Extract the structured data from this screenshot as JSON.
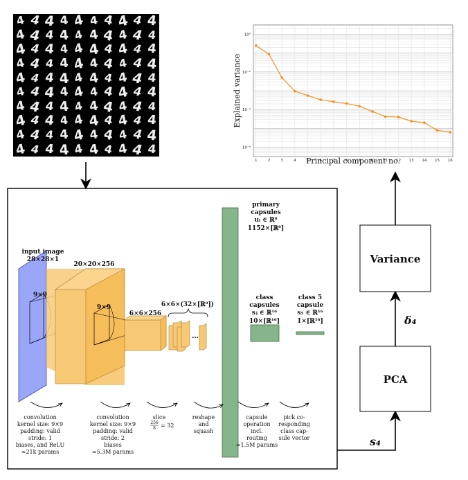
{
  "digit_grid": {
    "glyph": "4",
    "rows": 10,
    "cols": 10
  },
  "chart_data": {
    "type": "line",
    "x": [
      1,
      2,
      3,
      4,
      5,
      6,
      7,
      8,
      9,
      10,
      11,
      12,
      13,
      14,
      15,
      16
    ],
    "values": [
      0.25,
      0.09,
      0.005,
      0.00095,
      0.00055,
      0.00033,
      0.00026,
      0.00021,
      0.00015,
      7.8e-05,
      4.2e-05,
      4e-05,
      2.4e-05,
      2e-05,
      7.8e-06,
      6.2e-06
    ],
    "xlabel": "Principal component no.",
    "ylabel": "Explained variance",
    "ylim_exp": [
      -6.5,
      0.5
    ],
    "xlim": [
      0.8,
      16.2
    ],
    "ytick_labels": [
      "10⁰",
      "10⁻²",
      "10⁻⁴",
      "10⁻⁶"
    ],
    "ytick_exps": [
      0,
      -2,
      -4,
      -6
    ],
    "xscale": "linear",
    "yscale": "log",
    "grid": true,
    "color": "#f5901e"
  },
  "net": {
    "input_title": "input image",
    "input_dim": "28×28×1",
    "conv1_dim": "20×20×256",
    "kernel1": "9×9",
    "kernel2": "9×9",
    "conv2_dim": "6×6×256",
    "grid_dim": "6×6×(32×[ℝ⁸])",
    "dots": "…",
    "primary_lines": [
      "primary",
      "capsules",
      "uᵢ ∈ ℝ⁸",
      "1152×[ℝ⁸]"
    ],
    "class_lines": [
      "class",
      "capsules",
      "sⱼ ∈ ℝ¹⁶",
      "10×[ℝ¹⁶]"
    ],
    "class5_lines": [
      "class 5",
      "capsule",
      "s₅ ∈ ℝ¹⁶",
      "1×[ℝ¹⁶]"
    ],
    "op1": [
      "convolution",
      "kernel size: 9×9",
      "padding: valid",
      "stride: 1",
      "biases, and ReLU",
      "≈21k params"
    ],
    "op2": [
      "convolution",
      "kernel size: 9×9",
      "padding: valid",
      "stride: 2",
      "biases",
      "≈5.3M params"
    ],
    "op3_title": "slice",
    "op3_frac_num": "256",
    "op3_frac_den": "8",
    "op3_rest": "= 32",
    "op4": [
      "reshape",
      "and",
      "squash"
    ],
    "op5": [
      "capsule",
      "operation",
      "incl.",
      "routing",
      "≈1.5M params"
    ],
    "op6": [
      "pick co-",
      "responding",
      "class cap-",
      "sule vector"
    ]
  },
  "pca_label": "PCA",
  "variance_label": "Variance",
  "delta_label": "δ₄",
  "s4_label": "s₄",
  "colors": {
    "blue": "#8f9cf7",
    "orange": "#f8c975",
    "green": "#86b58c",
    "arrow": "#000"
  }
}
